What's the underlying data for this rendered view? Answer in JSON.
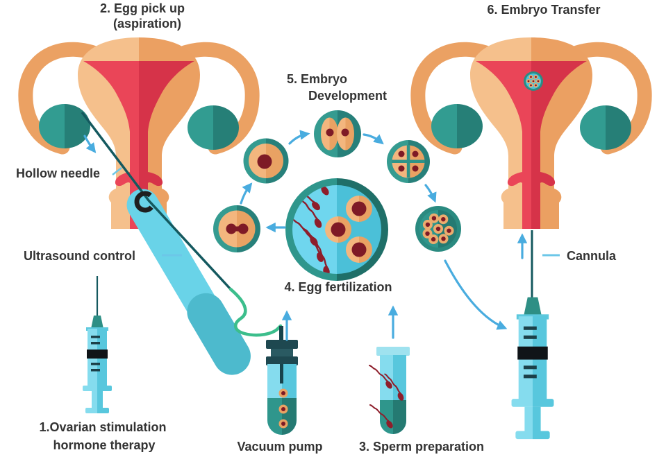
{
  "labels": {
    "step1": {
      "line1": "1.Ovarian stimulation",
      "line2": "hormone therapy"
    },
    "step2": {
      "line1": "2. Egg pick up",
      "line2": "(aspiration)"
    },
    "step3": "3. Sperm preparation",
    "step4": "4. Egg fertilization",
    "step5": {
      "line1": "5. Embryo",
      "line2": "Development"
    },
    "step6": "6. Embryo Transfer",
    "hollow_needle": "Hollow needle",
    "ultrasound_control": "Ultrasound control",
    "cannula": "Cannula",
    "vacuum_pump": "Vacuum pump"
  },
  "colors": {
    "uterus_tan": "#F5C08C",
    "uterus_tan_dark": "#EBA062",
    "cavity_red": "#E8435A",
    "cavity_red_dark": "#D63349",
    "ovary_teal": "#2E968C",
    "device_cyan": "#69D3E8",
    "needle_teal": "#14595F",
    "arrow_blue": "#49ACDF",
    "sperm_red": "#8E1E2B",
    "egg_orange": "#F0AC6E",
    "nucleus_red": "#7E1A26",
    "tube_green": "#3CBE8C",
    "text": "#333333",
    "background": "#FFFFFF"
  }
}
